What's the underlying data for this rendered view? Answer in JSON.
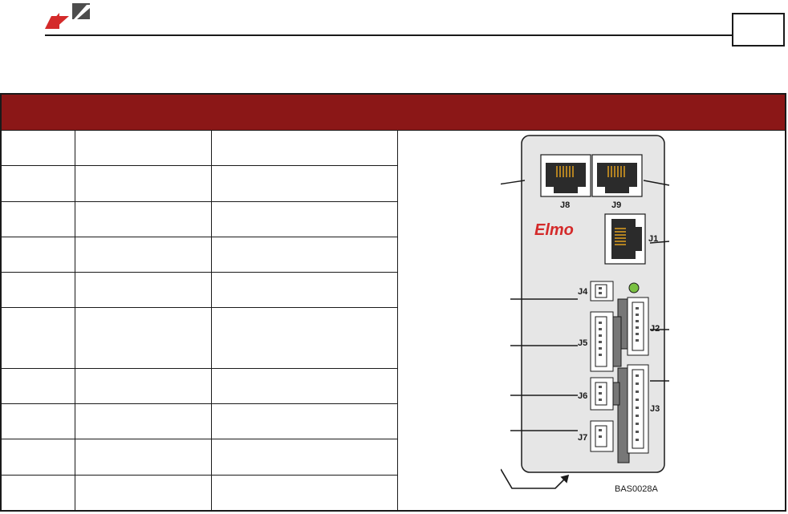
{
  "header": {
    "logo_icon": "elmo-logo-icon",
    "page_number": ""
  },
  "table": {
    "columns": [
      "",
      "",
      "",
      ""
    ],
    "rows": [
      [
        "",
        "",
        ""
      ],
      [
        "",
        "",
        ""
      ],
      [
        "",
        "",
        ""
      ],
      [
        "",
        "",
        ""
      ],
      [
        "",
        "",
        ""
      ],
      [
        "",
        "",
        ""
      ],
      [
        "",
        "",
        ""
      ],
      [
        "",
        "",
        ""
      ],
      [
        "",
        "",
        ""
      ],
      [
        "",
        "",
        ""
      ]
    ]
  },
  "device": {
    "brand": "Elmo",
    "connectors": {
      "j8": "J8",
      "j9": "J9",
      "j1": "J1",
      "j4": "J4",
      "j2": "J2",
      "j5": "J5",
      "j6": "J6",
      "j3": "J3",
      "j7": "J7"
    },
    "figure_id": "BAS0028A"
  },
  "colors": {
    "header_bg": "#8b1717",
    "brand_red": "#d42a2a",
    "logo_red": "#d42a2a",
    "logo_gray": "#4d4d4d",
    "led_green": "#7ac142",
    "panel_gray": "#e6e6e6"
  }
}
